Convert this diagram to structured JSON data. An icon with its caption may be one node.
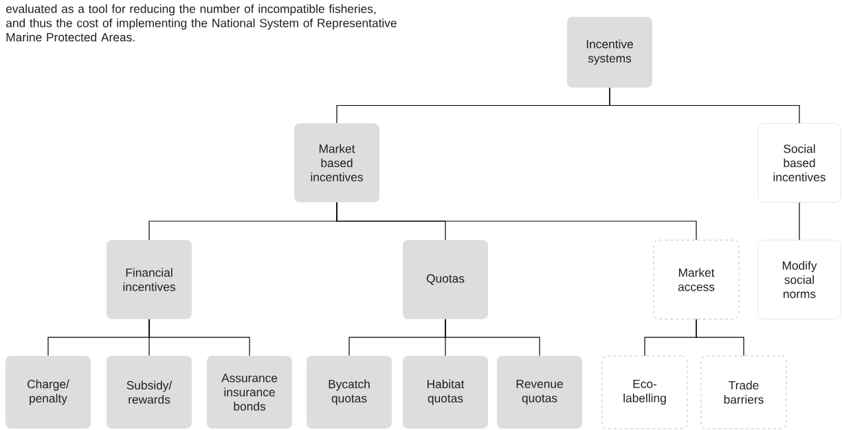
{
  "diagram": {
    "nodes": [
      {
        "text": [
          "Incentive systems"
        ]
      },
      {
        "text": [
          "Market based incentives"
        ]
      },
      {
        "text": [
          "Social based incentives"
        ]
      },
      {
        "text": [
          "Financial incentives"
        ]
      },
      {
        "text": [
          "Quotas"
        ]
      },
      {
        "text": [
          "Market access"
        ]
      },
      {
        "text": [
          "Modify social norms"
        ]
      },
      {
        "text": [
          "Charge/ penalty"
        ]
      },
      {
        "text": [
          "Subsidy/ rewards"
        ]
      },
      {
        "text": [
          "Assurance insurance bonds"
        ]
      },
      {
        "text": [
          "Bycatch quotas"
        ]
      },
      {
        "text": [
          "Habitat quotas"
        ]
      },
      {
        "text": [
          "Revenue quotas"
        ]
      },
      {
        "text": [
          "Eco- labelling"
        ]
      },
      {
        "text": [
          "Trade barriers"
        ]
      }
    ],
    "edges": [
      {
        "from": 0,
        "to": 1,
        "arrow": "none"
      },
      {
        "from": 0,
        "to": 2,
        "arrow": "none"
      },
      {
        "from": 1,
        "to": 3,
        "arrow": "none"
      },
      {
        "from": 1,
        "to": 4,
        "arrow": "none"
      },
      {
        "from": 1,
        "to": 5,
        "arrow": "none"
      },
      {
        "from": 2,
        "to": 6,
        "arrow": "none"
      },
      {
        "from": 3,
        "to": 7,
        "arrow": "none"
      },
      {
        "from": 3,
        "to": 8,
        "arrow": "none"
      },
      {
        "from": 3,
        "to": 9,
        "arrow": "none"
      },
      {
        "from": 4,
        "to": 10,
        "arrow": "none"
      },
      {
        "from": 4,
        "to": 11,
        "arrow": "none"
      },
      {
        "from": 4,
        "to": 12,
        "arrow": "none"
      },
      {
        "from": 5,
        "to": 13,
        "arrow": "none"
      },
      {
        "from": 5,
        "to": 14,
        "arrow": "none"
      }
    ],
    "labels": [
      "evaluated as a tool for reducing the number of incompatible fisheries, and thus the cost of implementing the National System of Representative Marine Protected Areas."
    ]
  }
}
